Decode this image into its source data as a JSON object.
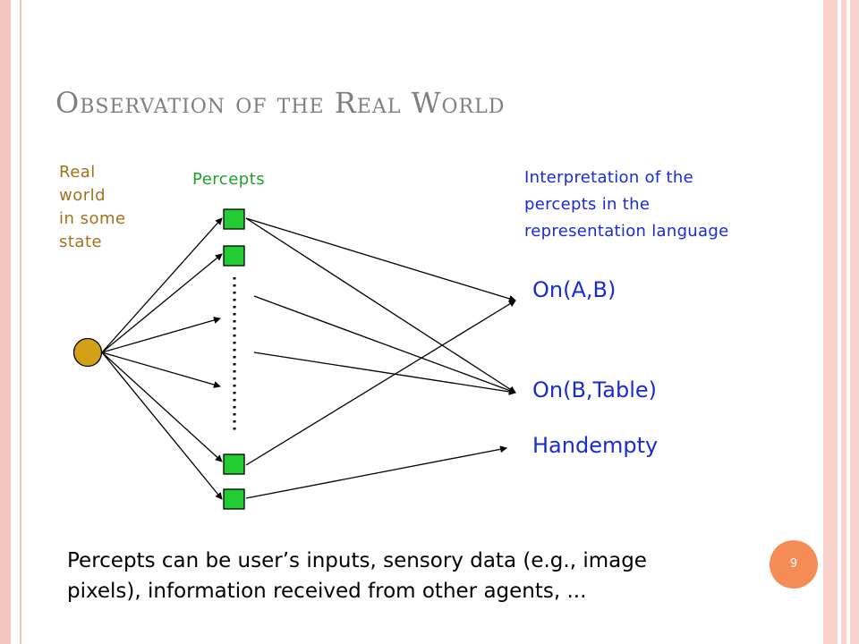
{
  "title": "Observation of the Real World",
  "labels": {
    "real_world": [
      "Real",
      "world",
      "in some",
      "state"
    ],
    "percepts": "Percepts",
    "interpretation": [
      "Interpretation of the",
      "percepts in the",
      "representation language"
    ]
  },
  "facts": [
    "On(A,B)",
    "On(B,Table)",
    "Handempty"
  ],
  "note": [
    "Percepts can be user’s inputs, sensory data (e.g., image",
    "pixels), information received from other agents, ..."
  ],
  "slide_number": "9",
  "colors": {
    "circle": "#d4a017",
    "percept_box": "#22cc33",
    "label_brown": "#a0731b",
    "label_green": "#1fa02a",
    "label_blue": "#1a2ad4",
    "badge": "#f58c55",
    "frame": "#f4c7bd"
  }
}
